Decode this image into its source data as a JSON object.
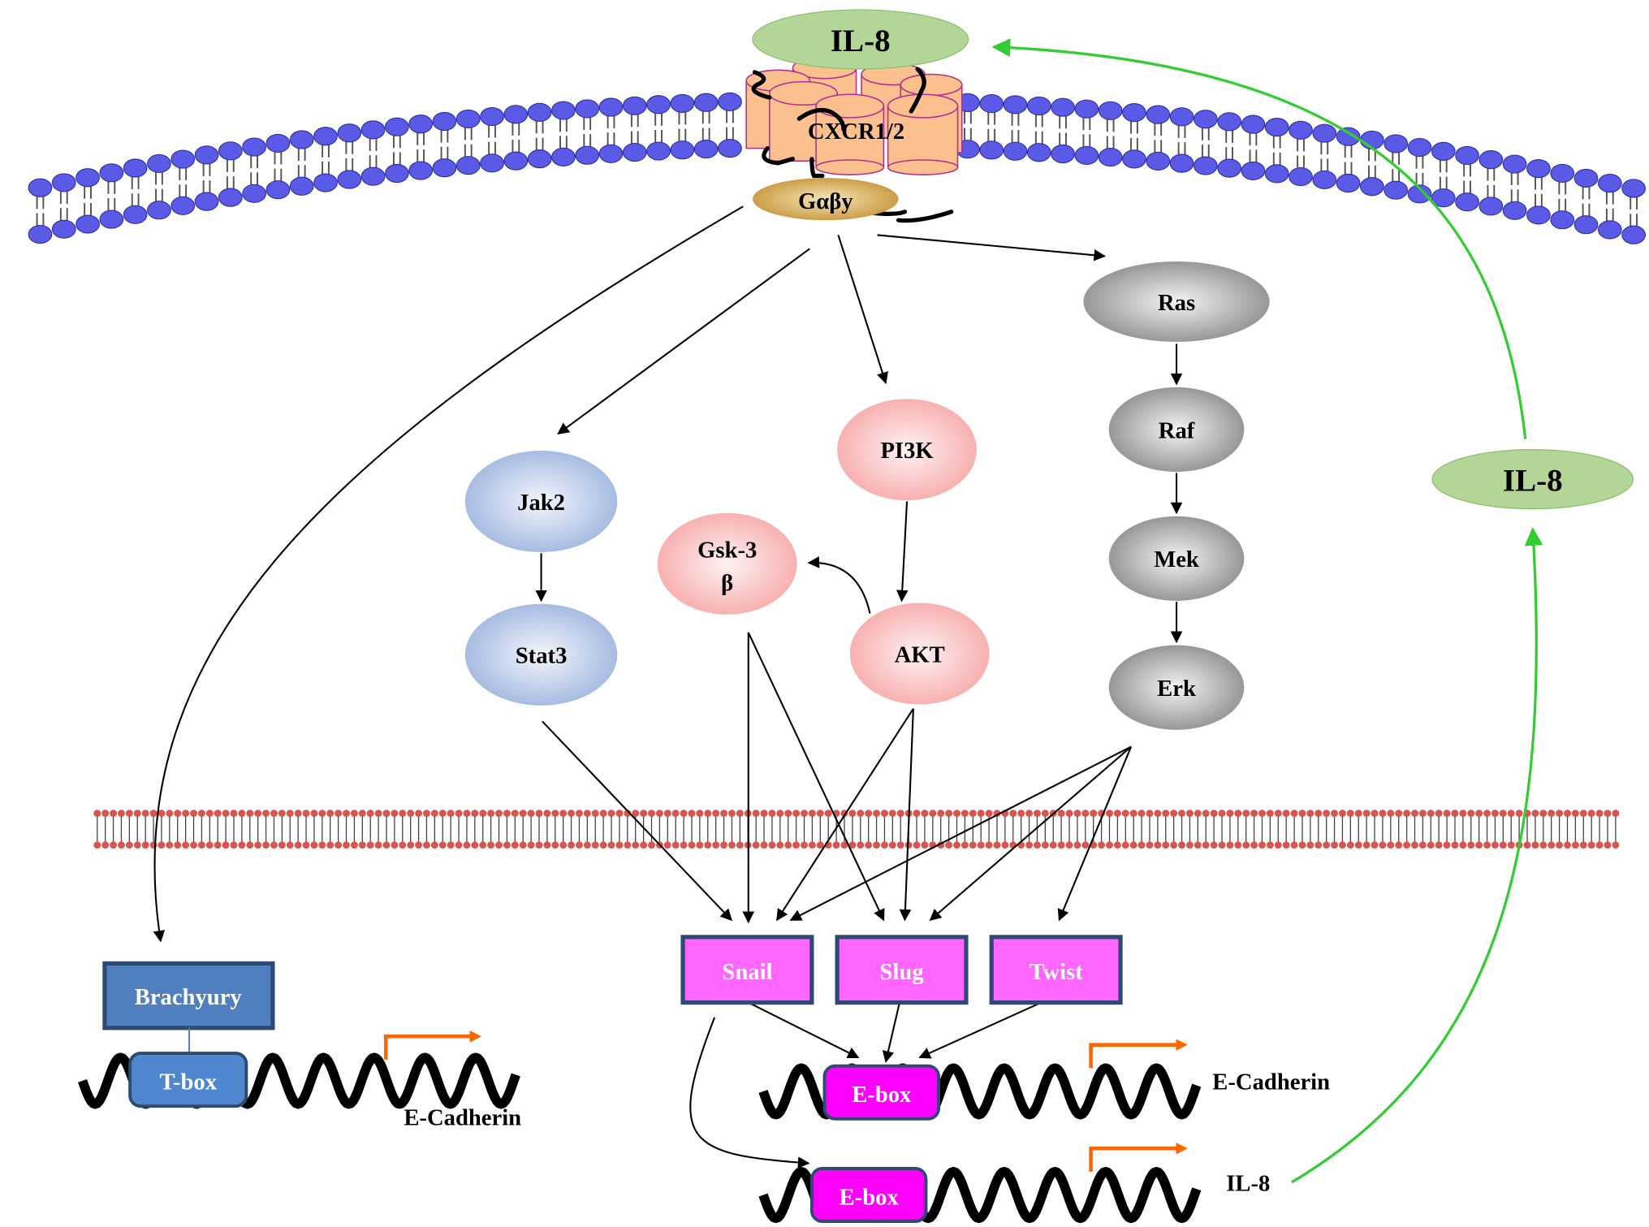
{
  "membrane": {
    "receptor": "CXCR1/2",
    "ligand": "IL-8",
    "g_protein": "Gαβy"
  },
  "nodes": {
    "ras": "Ras",
    "raf": "Raf",
    "mek": "Mek",
    "erk": "Erk",
    "pi3k": "PI3K",
    "akt": "AKT",
    "gsk_line1": "Gsk-3",
    "gsk_line2": "β",
    "jak2": "Jak2",
    "stat3": "Stat3",
    "il8_secreted": "IL-8"
  },
  "transcription_factors": {
    "snail": "Snail",
    "slug": "Slug",
    "twist": "Twist",
    "brachyury": "Brachyury"
  },
  "genes": {
    "tbox": "T-box",
    "tbox_gene": "E-Cadherin",
    "ebox1": "E-box",
    "ebox1_gene": "E-Cadherin",
    "ebox2": "E-box",
    "ebox2_gene": "IL-8"
  },
  "colors": {
    "il8": "#b3d698",
    "receptor": "#fbc08e",
    "g_protein": "#d9b25c",
    "mapk": "#9a9a9a",
    "pi3k": "#f9b8b8",
    "jak": "#aec3e6",
    "tf": "#ff66ff",
    "brachyury": "#4f7fbf",
    "feedback": "#33cc33",
    "promoter": "#ff6600",
    "lipid_head": "#5a5ae6",
    "nuclear_lipid": "#d9534f"
  }
}
